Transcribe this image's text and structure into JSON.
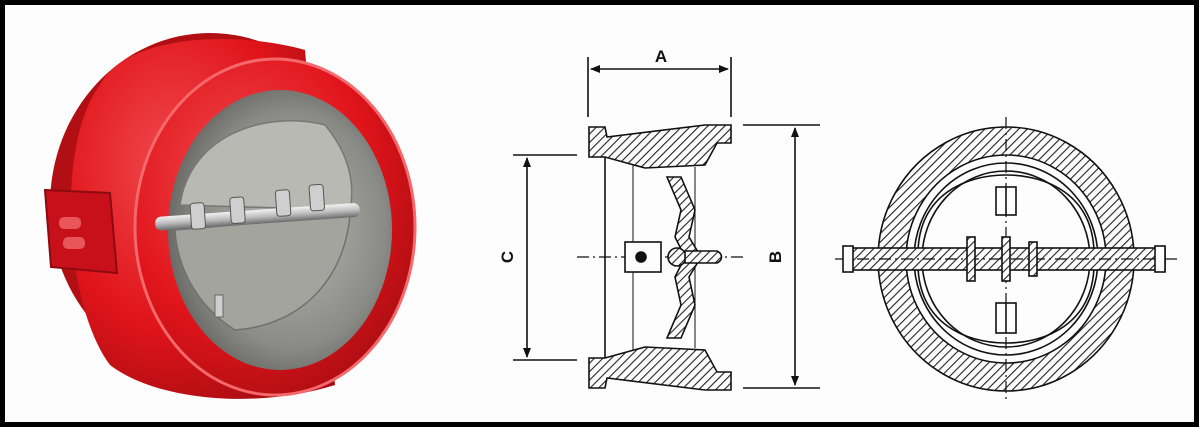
{
  "dimensions": {
    "a": "A",
    "b": "B",
    "c": "C"
  },
  "colors": {
    "valve_body": "#e0141a",
    "valve_body_dark": "#a50d12",
    "valve_body_light": "#f04a4e",
    "interior": "#8a8a86",
    "disc": "#b9b9b4",
    "shaft": "#d8d8d8",
    "ink": "#111111",
    "background": "#fdfdfd"
  },
  "views": [
    "valve-photo",
    "side-section-drawing",
    "front-section-drawing"
  ]
}
